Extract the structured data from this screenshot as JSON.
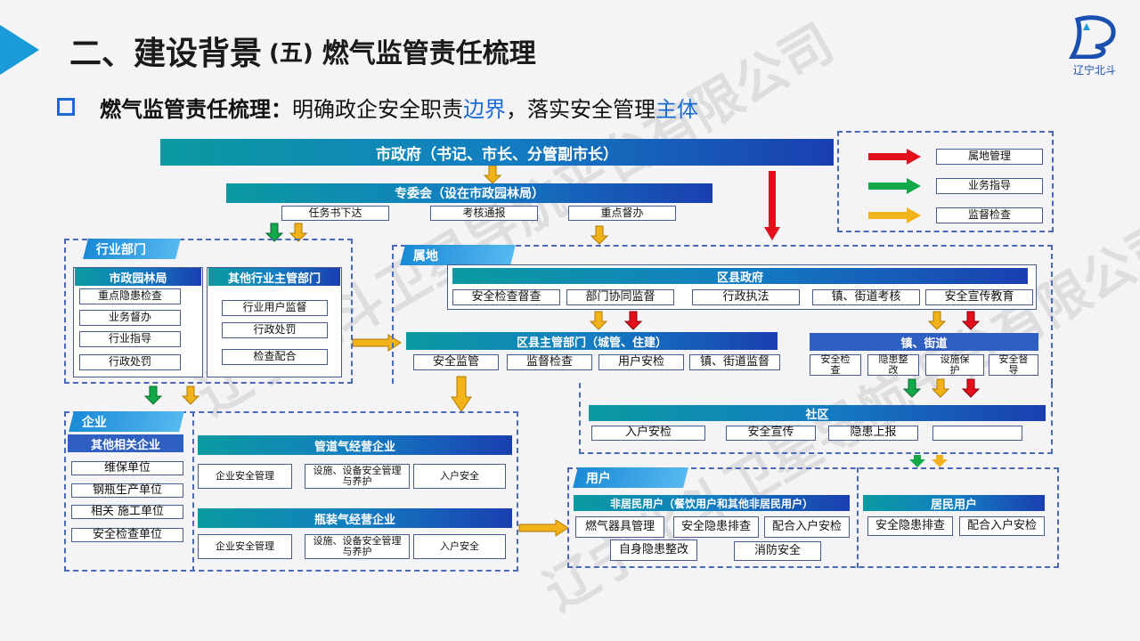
{
  "title": {
    "main": "二、建设背景",
    "paren": "(五)",
    "rest": "燃气监管责任梳理"
  },
  "logo": {
    "caption": "辽宁北斗"
  },
  "subtitle": {
    "bold": "燃气监管责任梳理：",
    "normal1": "明确政企安全职责",
    "blue1": "边界",
    "normal2": "，落实安全管理",
    "blue2": "主体"
  },
  "legend": [
    {
      "label": "属地管理",
      "color": "#e3101b"
    },
    {
      "label": "业务指导",
      "color": "#13a84a"
    },
    {
      "label": "监督检查",
      "color": "#f2b31a"
    }
  ],
  "top": {
    "city": "市政府（书记、市长、分管副市长）",
    "committee": "专委会（设在市政园林局）",
    "committee_items": [
      "任务书下达",
      "考核通报",
      "重点督办"
    ]
  },
  "industry": {
    "tab": "行业部门",
    "left_header": "市政园林局",
    "left_items": [
      "重点隐患检查",
      "业务督办",
      "行业指导",
      "行政处罚"
    ],
    "right_header": "其他行业主管部门",
    "right_items": [
      "行业用户监督",
      "行政处罚",
      "检查配合"
    ]
  },
  "territory": {
    "tab": "属地",
    "district_gov": "区县政府",
    "district_items": [
      "安全检查督查",
      "部门协同监督",
      "行政执法",
      "镇、街道考核",
      "安全宣传教育"
    ],
    "district_dept": "区县主管部门（城管、住建）",
    "dept_items": [
      "安全监管",
      "监督检查",
      "用户安检",
      "镇、街道监督"
    ],
    "town": "镇、街道",
    "town_items": [
      "安全检查",
      "隐患整改",
      "设施保护",
      "安全督导"
    ],
    "community": "社区",
    "community_items": [
      "入户安检",
      "安全宣传",
      "隐患上报",
      ""
    ]
  },
  "enterprise": {
    "tab": "企业",
    "other_header": "其他相关企业",
    "other_items": [
      "维保单位",
      "钢瓶生产单位",
      "相关 施工单位",
      "安全检查单位"
    ],
    "pipe_header": "管道气经营企业",
    "pipe_items": [
      "企业安全管理",
      "设施、设备安全管理与养护",
      "入户安全"
    ],
    "bottle_header": "瓶装气经营企业",
    "bottle_items": [
      "企业安全管理",
      "设施、设备安全管理与养护",
      "入户安全"
    ]
  },
  "users": {
    "tab": "用户",
    "nonres_header": "非居民用户（餐饮用户和其他非居民用户）",
    "nonres_items": [
      "燃气器具管理",
      "安全隐患排查",
      "配合入户安检",
      "自身隐患整改",
      "消防安全"
    ],
    "res_header": "居民用户",
    "res_items": [
      "安全隐患排查",
      "配合入户安检"
    ]
  },
  "watermark": "辽宁北斗卫星导航平台有限公司"
}
